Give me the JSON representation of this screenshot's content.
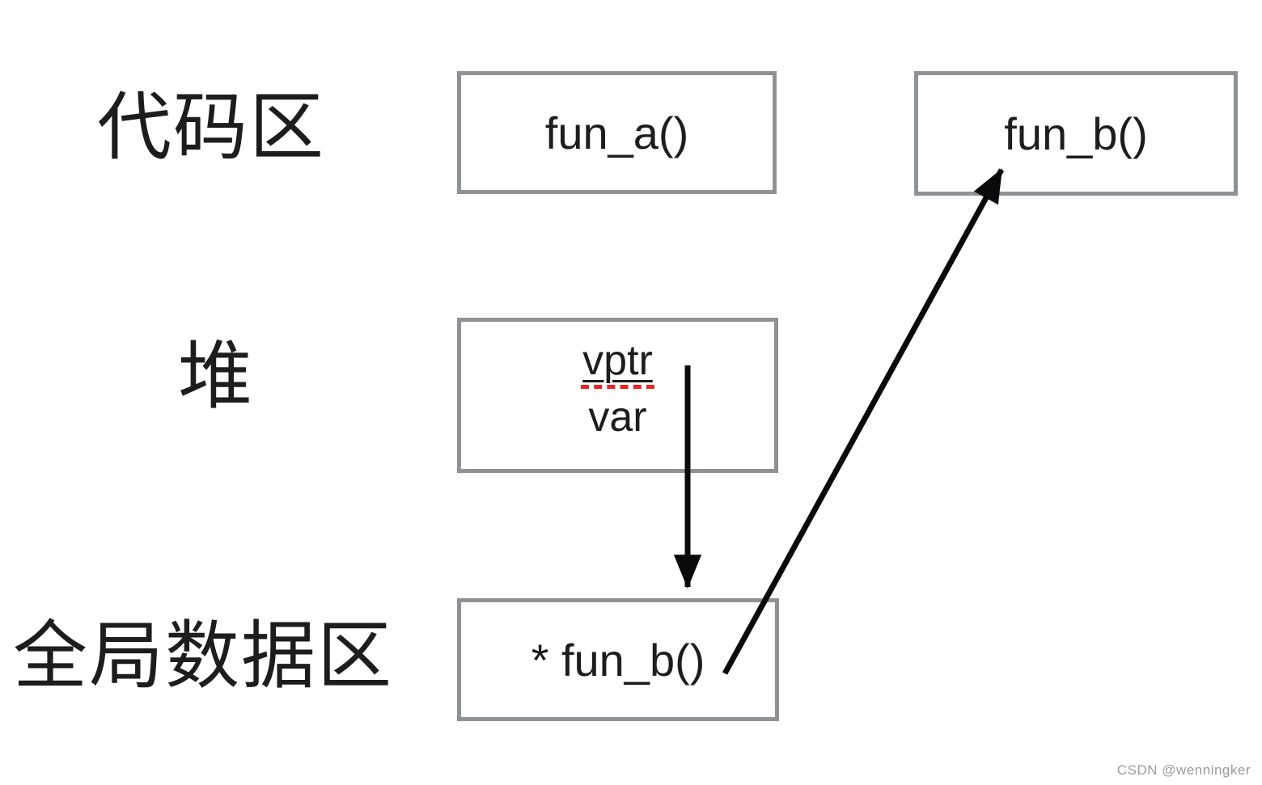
{
  "diagram": {
    "labels": {
      "code_area": "代码区",
      "heap": "堆",
      "global_data_area": "全局数据区"
    },
    "boxes": {
      "fun_a": "fun_a()",
      "fun_b": "fun_b()",
      "vptr": "vptr",
      "var": "var",
      "fun_b_pointer": "* fun_b()"
    },
    "arrows": [
      {
        "name": "vptr-to-global-data-arrow",
        "from": "vptr (heap object)",
        "to": "* fun_b() (global data area)",
        "direction": "down"
      },
      {
        "name": "global-data-to-fun-b-arrow",
        "from": "* fun_b() (global data area)",
        "to": "fun_b() (code area)",
        "direction": "up-right"
      }
    ],
    "colors": {
      "box_border": "#8e9196",
      "text": "#1d1d1d",
      "arrow": "#0a0a0a",
      "vptr_dashed_underline": "#ee2222",
      "watermark": "#9b9b9b"
    }
  },
  "watermark": "CSDN @wenningker"
}
